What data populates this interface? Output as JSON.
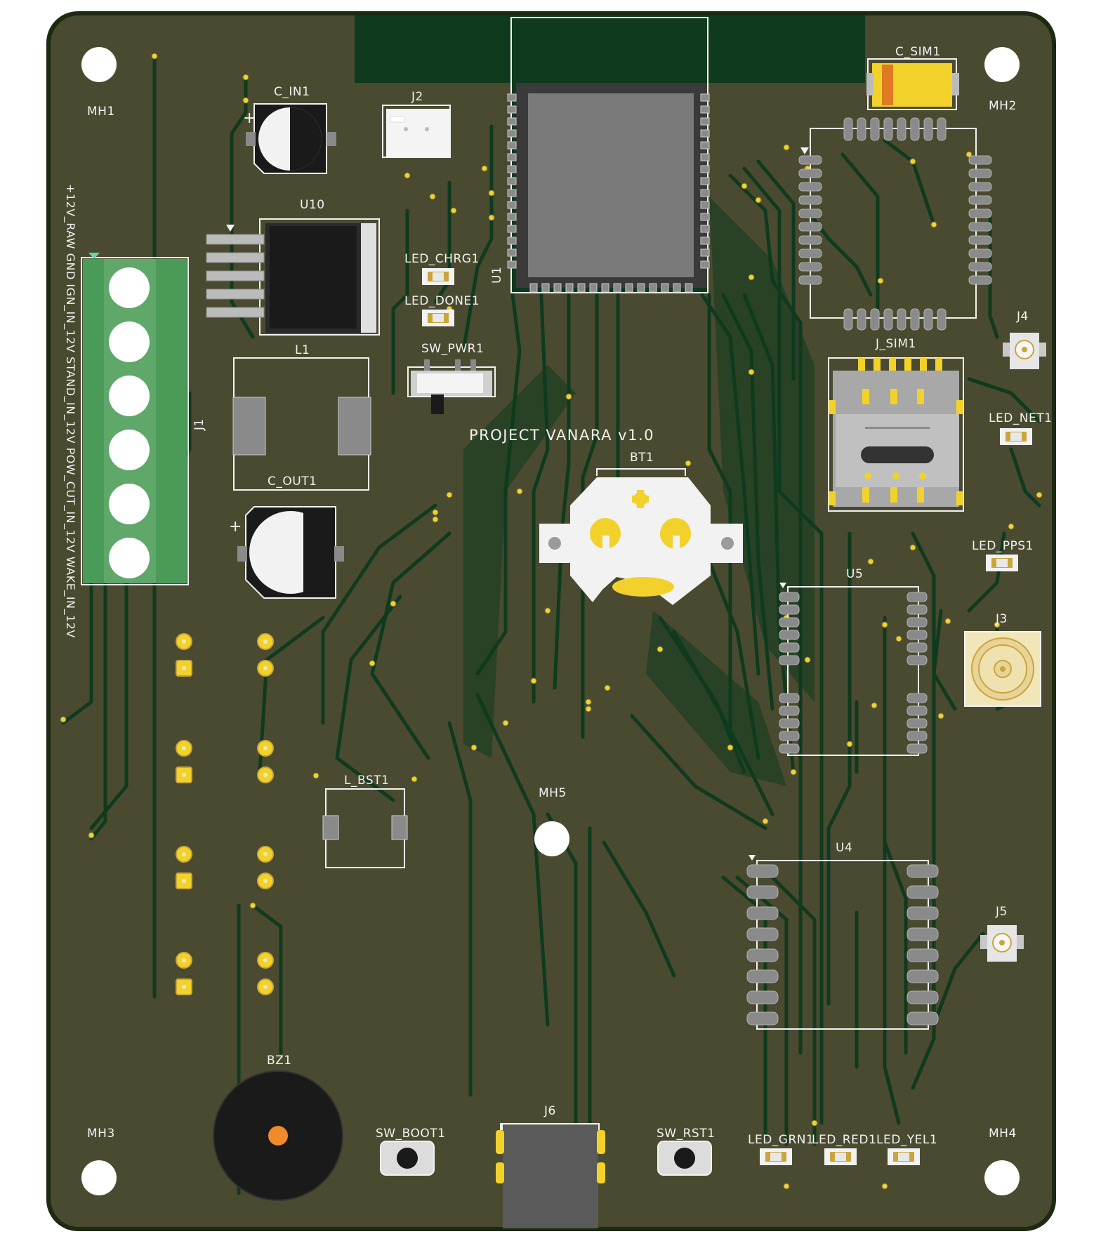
{
  "board": {
    "title": "PROJECT VANARA v1.0",
    "colors": {
      "substrate": "#4a4a30",
      "mask": "#0f3a1e",
      "edge": "#1c2a12",
      "silk": "#f2f2f2",
      "gold": "#f2d22a",
      "pad": "#8a8a8a"
    }
  },
  "mounting_holes": {
    "mh1": "MH1",
    "mh2": "MH2",
    "mh3": "MH3",
    "mh4": "MH4",
    "mh5": "MH5"
  },
  "components": {
    "c_in1": "C_IN1",
    "j2": "J2",
    "u10": "U10",
    "l1": "L1",
    "c_out1": "C_OUT1",
    "j1": "J1",
    "led_chrg1": "LED_CHRG1",
    "led_done1": "LED_DONE1",
    "sw_pwr1": "SW_PWR1",
    "u1": "U1",
    "bt1": "BT1",
    "c_sim1": "C_SIM1",
    "j_sim1": "J_SIM1",
    "j4": "J4",
    "led_net1": "LED_NET1",
    "led_pps1": "LED_PPS1",
    "u5": "U5",
    "j3": "J3",
    "u4": "U4",
    "j5": "J5",
    "l_bst1": "L_BST1",
    "bz1": "BZ1",
    "sw_boot1": "SW_BOOT1",
    "j6": "J6",
    "sw_rst1": "SW_RST1",
    "led_grn1": "LED_GRN1",
    "led_red1": "LED_RED1",
    "led_yel1": "LED_YEL1"
  },
  "j1_pin_labels": "+12V_RAW GND IGN_IN_12V STAND_IN_12V POW_CUT_IN_12V WAKE_IN_12V"
}
